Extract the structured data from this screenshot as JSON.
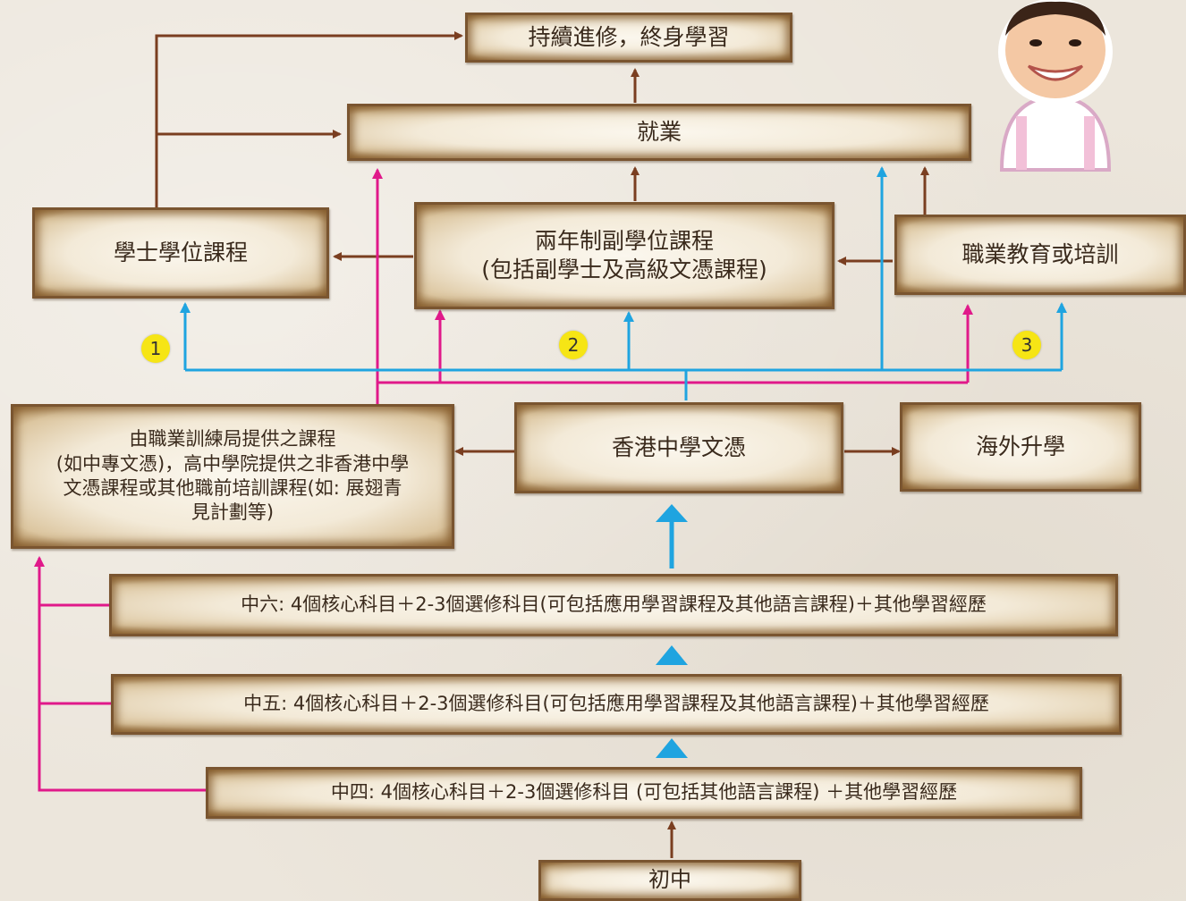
{
  "boxes": {
    "lifelong": "持續進修，終身學習",
    "employment": "就業",
    "bachelor": "學士學位課程",
    "associate_line1": "兩年制副學位課程",
    "associate_line2": "(包括副學士及高級文憑課程)",
    "vocational": "職業教育或培訓",
    "vtc_line1": "由職業訓練局提供之課程",
    "vtc_line2": "(如中專文憑)，高中學院提供之非香港中學",
    "vtc_line3": "文憑課程或其他職前培訓課程(如: 展翅青",
    "vtc_line4": "見計劃等)",
    "hkdse": "香港中學文憑",
    "overseas": "海外升學",
    "s6": "中六: 4個核心科目＋2-3個選修科目(可包括應用學習課程及其他語言課程)＋其他學習經歷",
    "s5": "中五: 4個核心科目＋2-3個選修科目(可包括應用學習課程及其他語言課程)＋其他學習經歷",
    "s4": "中四: 4個核心科目＋2-3個選修科目 (可包括其他語言課程) ＋其他學習經歷",
    "junior": "初中"
  },
  "markers": [
    "1",
    "2",
    "3"
  ],
  "colors": {
    "brown": "#7a3e20",
    "pink": "#e0198a",
    "blue": "#1fa4e0",
    "marker": "#f6e515"
  },
  "icons": {
    "avatar": "student-avatar-icon"
  }
}
